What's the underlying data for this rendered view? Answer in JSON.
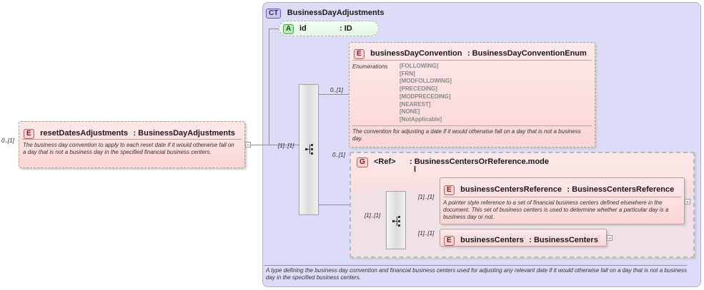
{
  "root": {
    "badge": "E",
    "cardinality": "0..[1]",
    "name": "resetDatesAdjustments",
    "type": ": BusinessDayAdjustments",
    "description": "The business day convention to apply to each reset date if it would otherwise fall on a day that is not a business day in the specified financial business centers."
  },
  "complex_type": {
    "badge": "CT",
    "name": "BusinessDayAdjustments",
    "description": "A type defining the business day convention and financial business centers used for adjusting any relevant date if it would otherwise fall on a day that is not a business day in the specified business centers.",
    "attribute": {
      "badge": "A",
      "name": "id",
      "type": ": ID"
    },
    "sequence_cardinality": "[1]..[1]"
  },
  "convention": {
    "badge": "E",
    "cardinality": "0..[1]",
    "name": "businessDayConvention",
    "type": ": BusinessDayConventionEnum",
    "enum_label": "Enumerations",
    "enumerations": [
      "[FOLLOWING]",
      "[FRN]",
      "[MODFOLLOWING]",
      "[PRECEDING]",
      "[MODPRECEDING]",
      "[NEAREST]",
      "[NONE]",
      "[NotApplicable]"
    ],
    "description": "The convention for adjusting a date if it would otherwise fall on a day that is not a business day."
  },
  "group": {
    "badge": "G",
    "cardinality": "0..[1]",
    "ref": "<Ref>",
    "name": ": BusinessCentersOrReference.mode",
    "name_tail": "l",
    "sequence_cardinality": "[1]..[1]"
  },
  "centers_reference": {
    "badge": "E",
    "cardinality": "[1]..[1]",
    "name": "businessCentersReference",
    "type": ": BusinessCentersReference",
    "description": "A pointer style reference to a set of financial business centers defined elsewhere in the document. This set of business centers is used to determine whether a particular day is a business day or not."
  },
  "centers": {
    "badge": "E",
    "cardinality": "[1]..[1]",
    "name": "businessCenters",
    "type": ": BusinessCenters"
  }
}
